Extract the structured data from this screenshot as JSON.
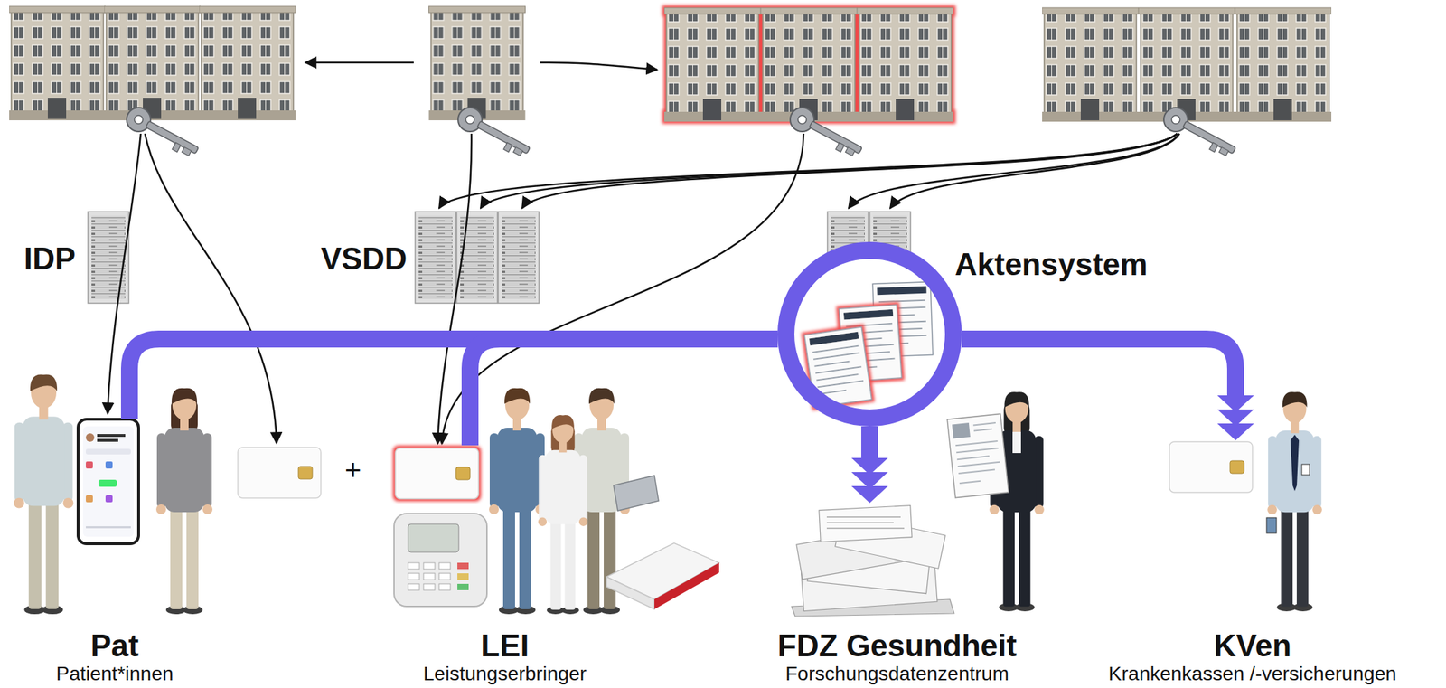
{
  "diagram": {
    "nodes": [
      {
        "text": [
          "IDP"
        ]
      },
      {
        "text": [
          "VSDD"
        ]
      },
      {
        "text": [
          "Aktensystem"
        ]
      },
      {
        "text": [
          "Pat",
          "Patient*innen"
        ]
      },
      {
        "text": [
          "LEI",
          "Leistungserbringer"
        ]
      },
      {
        "text": [
          "FDZ Gesundheit",
          "Forschungsdatenzentrum"
        ]
      },
      {
        "text": [
          "KVen",
          "Krankenkassen /-versicherungen"
        ]
      }
    ],
    "edges": [
      {
        "from": 3,
        "to": 2,
        "arrow": "none"
      },
      {
        "from": 4,
        "to": 2,
        "arrow": "none"
      },
      {
        "from": 2,
        "to": 5,
        "arrow": "to"
      },
      {
        "from": 2,
        "to": 6,
        "arrow": "to"
      }
    ],
    "labels": [
      "+"
    ]
  }
}
